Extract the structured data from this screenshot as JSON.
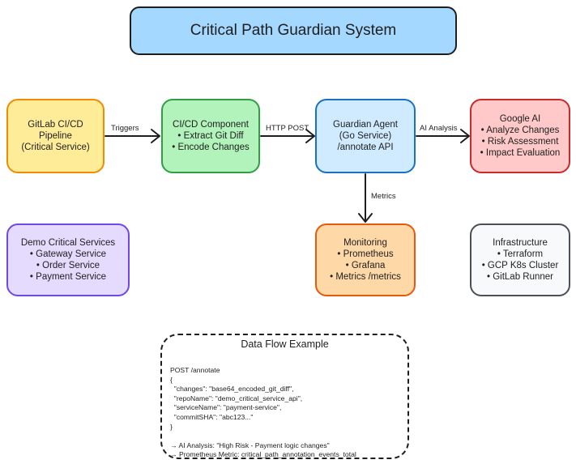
{
  "title": "Critical Path Guardian System",
  "nodes": {
    "gitlab": [
      "GitLab CI/CD",
      "Pipeline",
      "(Critical Service)"
    ],
    "cicd_component": [
      "CI/CD Component",
      "• Extract Git Diff",
      "• Encode Changes"
    ],
    "guardian_agent": [
      "Guardian Agent",
      "(Go Service)",
      "/annotate API"
    ],
    "google_ai": [
      "Google AI",
      "• Analyze Changes",
      "• Risk Assessment",
      "• Impact Evaluation"
    ],
    "demo_services": [
      "Demo Critical Services",
      "• Gateway Service",
      "• Order Service",
      "• Payment Service"
    ],
    "monitoring": [
      "Monitoring",
      "• Prometheus",
      "• Grafana",
      "• Metrics /metrics"
    ],
    "infrastructure": [
      "Infrastructure",
      "• Terraform",
      "• GCP K8s Cluster",
      "• GitLab Runner"
    ]
  },
  "edges": {
    "triggers": "Triggers",
    "http_post": "HTTP POST",
    "ai_analysis": "AI Analysis",
    "metrics": "Metrics"
  },
  "data_flow": {
    "title": "Data Flow Example",
    "lines": [
      "POST /annotate",
      "{",
      "  \"changes\": \"base64_encoded_git_diff\",",
      "  \"repoName\": \"demo_critical_service_api\",",
      "  \"serviceName\": \"payment-service\",",
      "  \"commitSHA\": \"abc123...\"",
      "}",
      "",
      "→ AI Analysis: \"High Risk - Payment logic changes\"",
      "→ Prometheus Metric: critical_path_annotation_events_total"
    ]
  }
}
